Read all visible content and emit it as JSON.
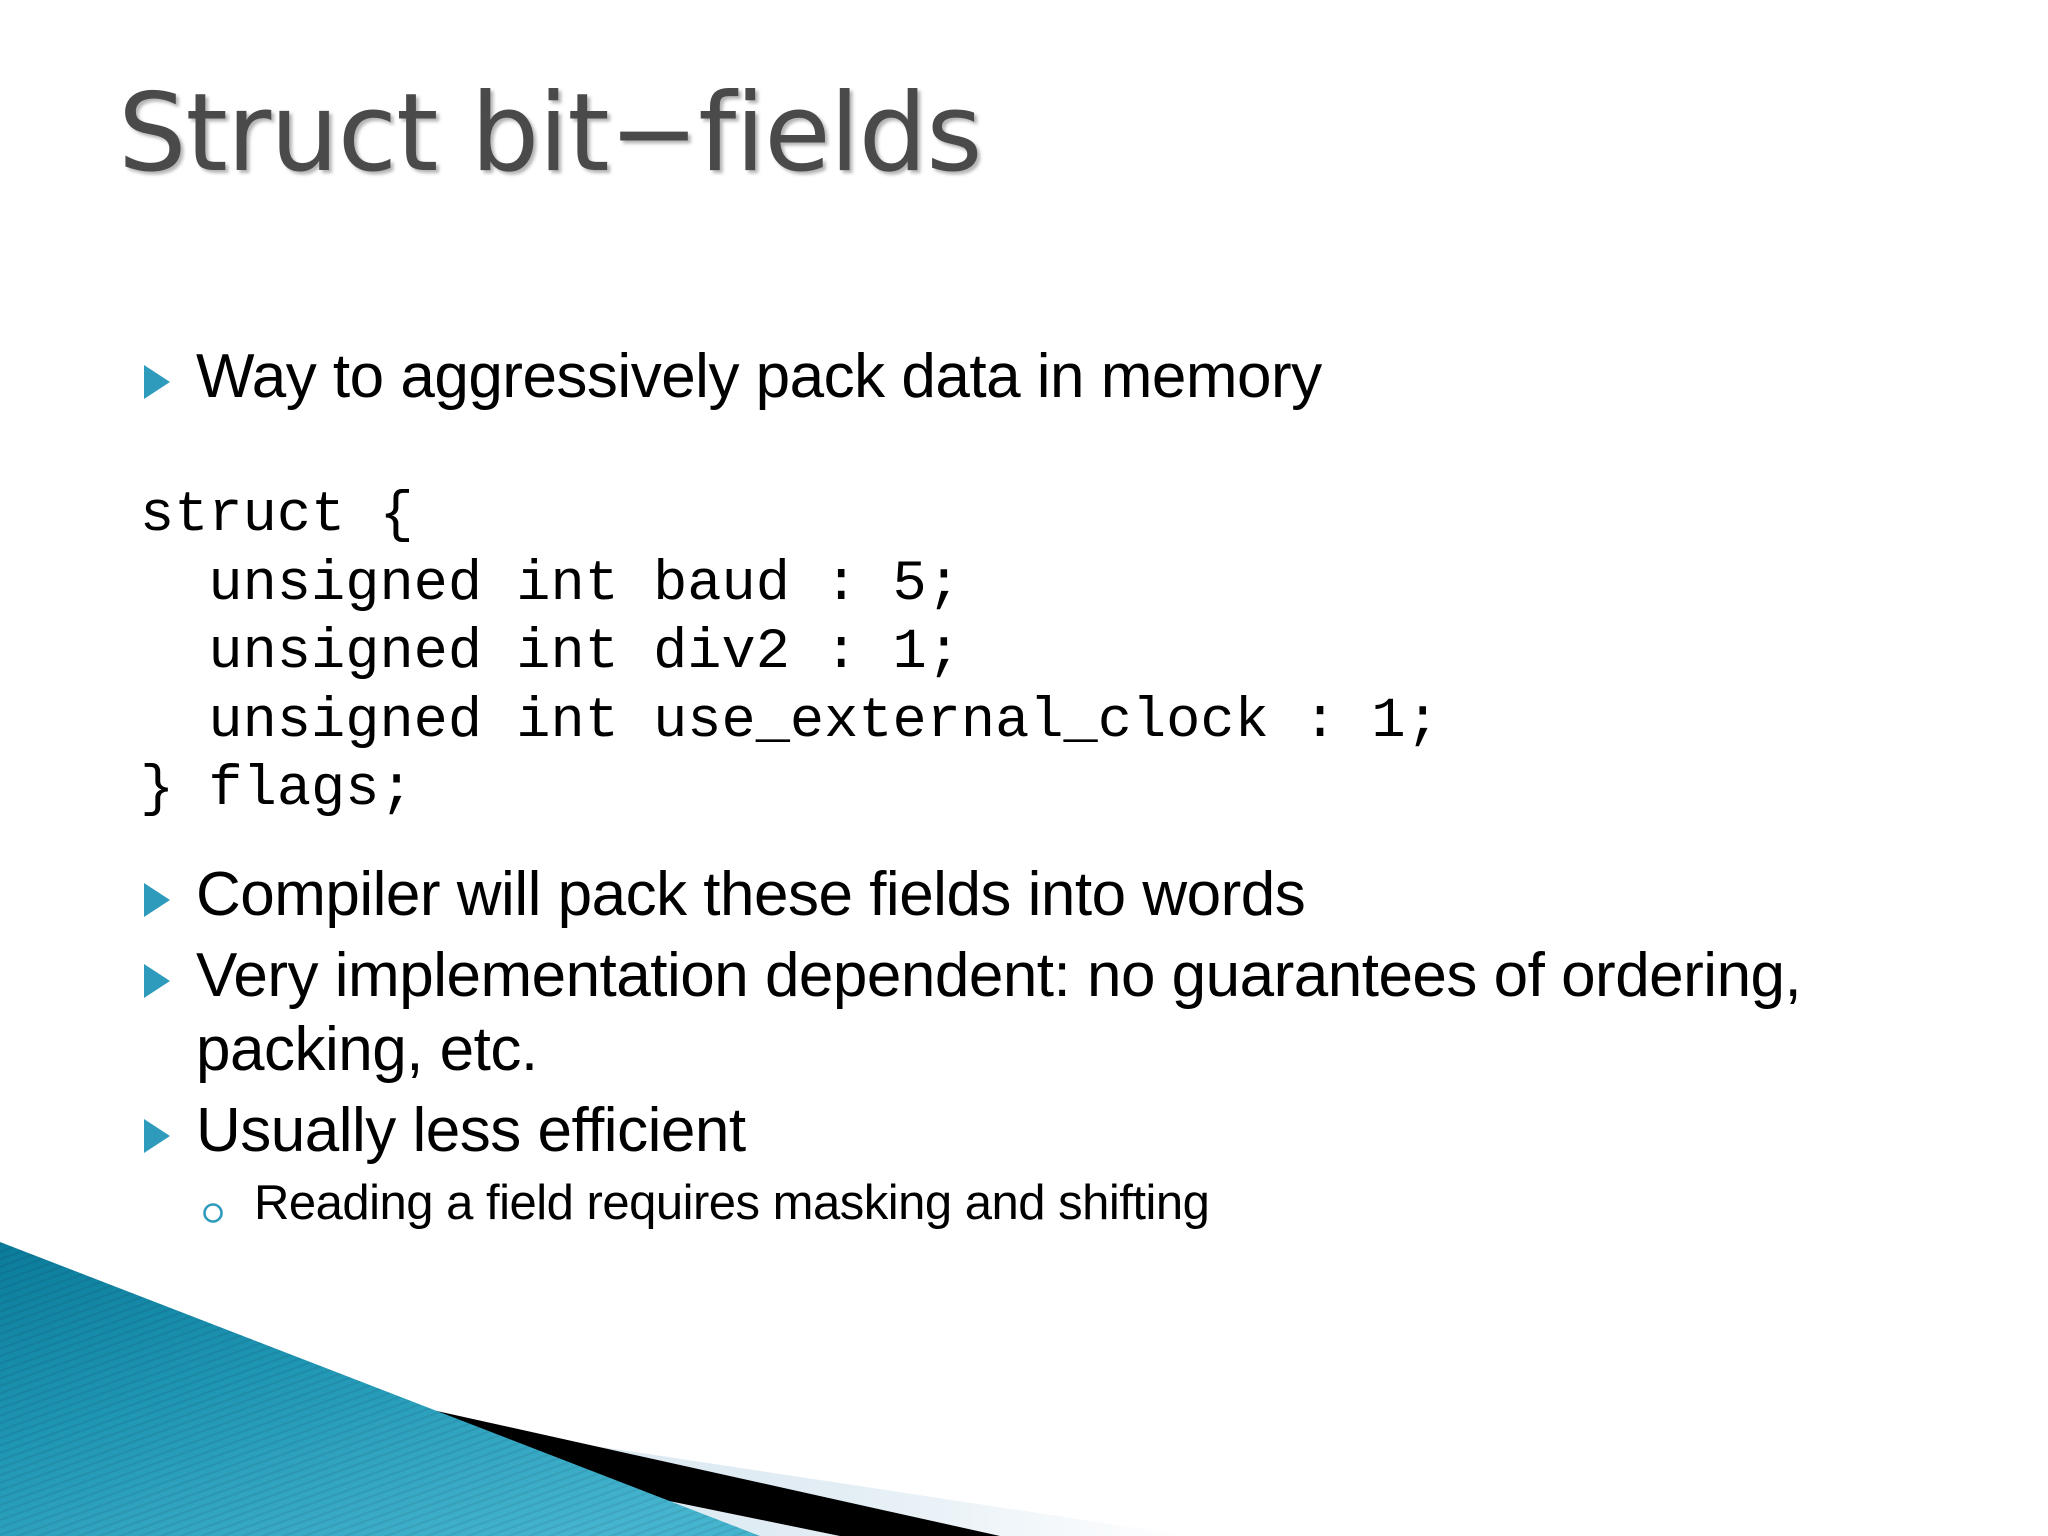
{
  "slide": {
    "title": "Struct bit−fields",
    "background_color": "#ffffff",
    "title_color": "#4a4a4a",
    "accent_color": "#2e9bbd",
    "body_text_color": "#000000"
  },
  "bullets": {
    "b1": "Way to aggressively pack data in memory",
    "b2": "Compiler will pack these fields into words",
    "b3": "Very implementation dependent: no guarantees of ordering, packing, etc.",
    "b4": "Usually less efficient",
    "sub1": "Reading a field requires masking and shifting"
  },
  "code": {
    "line1": "struct {",
    "line2": "  unsigned int baud : 5;",
    "line3": "  unsigned int div2 : 1;",
    "line4": "  unsigned int use_external_clock : 1;",
    "line5": "} flags;",
    "full": "struct {\n  unsigned int baud : 5;\n  unsigned int div2 : 1;\n  unsigned int use_external_clock : 1;\n} flags;"
  },
  "icons": {
    "bullet_triangle": "triangle-right-icon",
    "bullet_circle": "circle-outline-icon"
  },
  "decor": {
    "teal_dark": "#0d7f9e",
    "teal_light": "#3fb0cc",
    "black_stripe": "#000000",
    "pale_band": "#dce8f0"
  }
}
